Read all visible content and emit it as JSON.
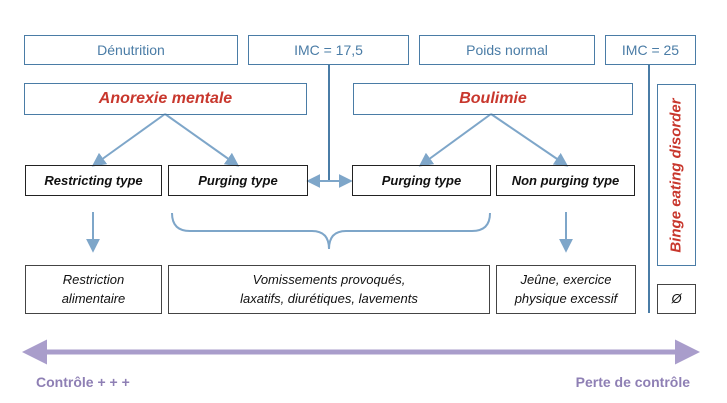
{
  "headers": {
    "denutrition": "Dénutrition",
    "imc1": "IMC = 17,5",
    "poids": "Poids normal",
    "imc2": "IMC = 25"
  },
  "diseases": {
    "anorexie": "Anorexie mentale",
    "boulimie": "Boulimie",
    "binge": "Binge eating disorder"
  },
  "types": {
    "restricting": "Restricting type",
    "purging_anorexie": "Purging type",
    "purging_boulimie": "Purging type",
    "non_purging": "Non purging type"
  },
  "results": {
    "restriction": "Restriction\nalimentaire",
    "vomissements": "Vomissements provoqués,\nlaxatifs, diurétiques, lavements",
    "jeune": "Jeûne, exercice\nphysique excessif",
    "binge_none": "Ø"
  },
  "axis": {
    "left_label": "Contrôle + + +",
    "right_label": "Perte de contrôle"
  },
  "colors": {
    "box_blue": "#4a7ca6",
    "arrow_blue": "#7ea6c9",
    "red": "#c8372d",
    "purple": "#8e7fb4"
  }
}
